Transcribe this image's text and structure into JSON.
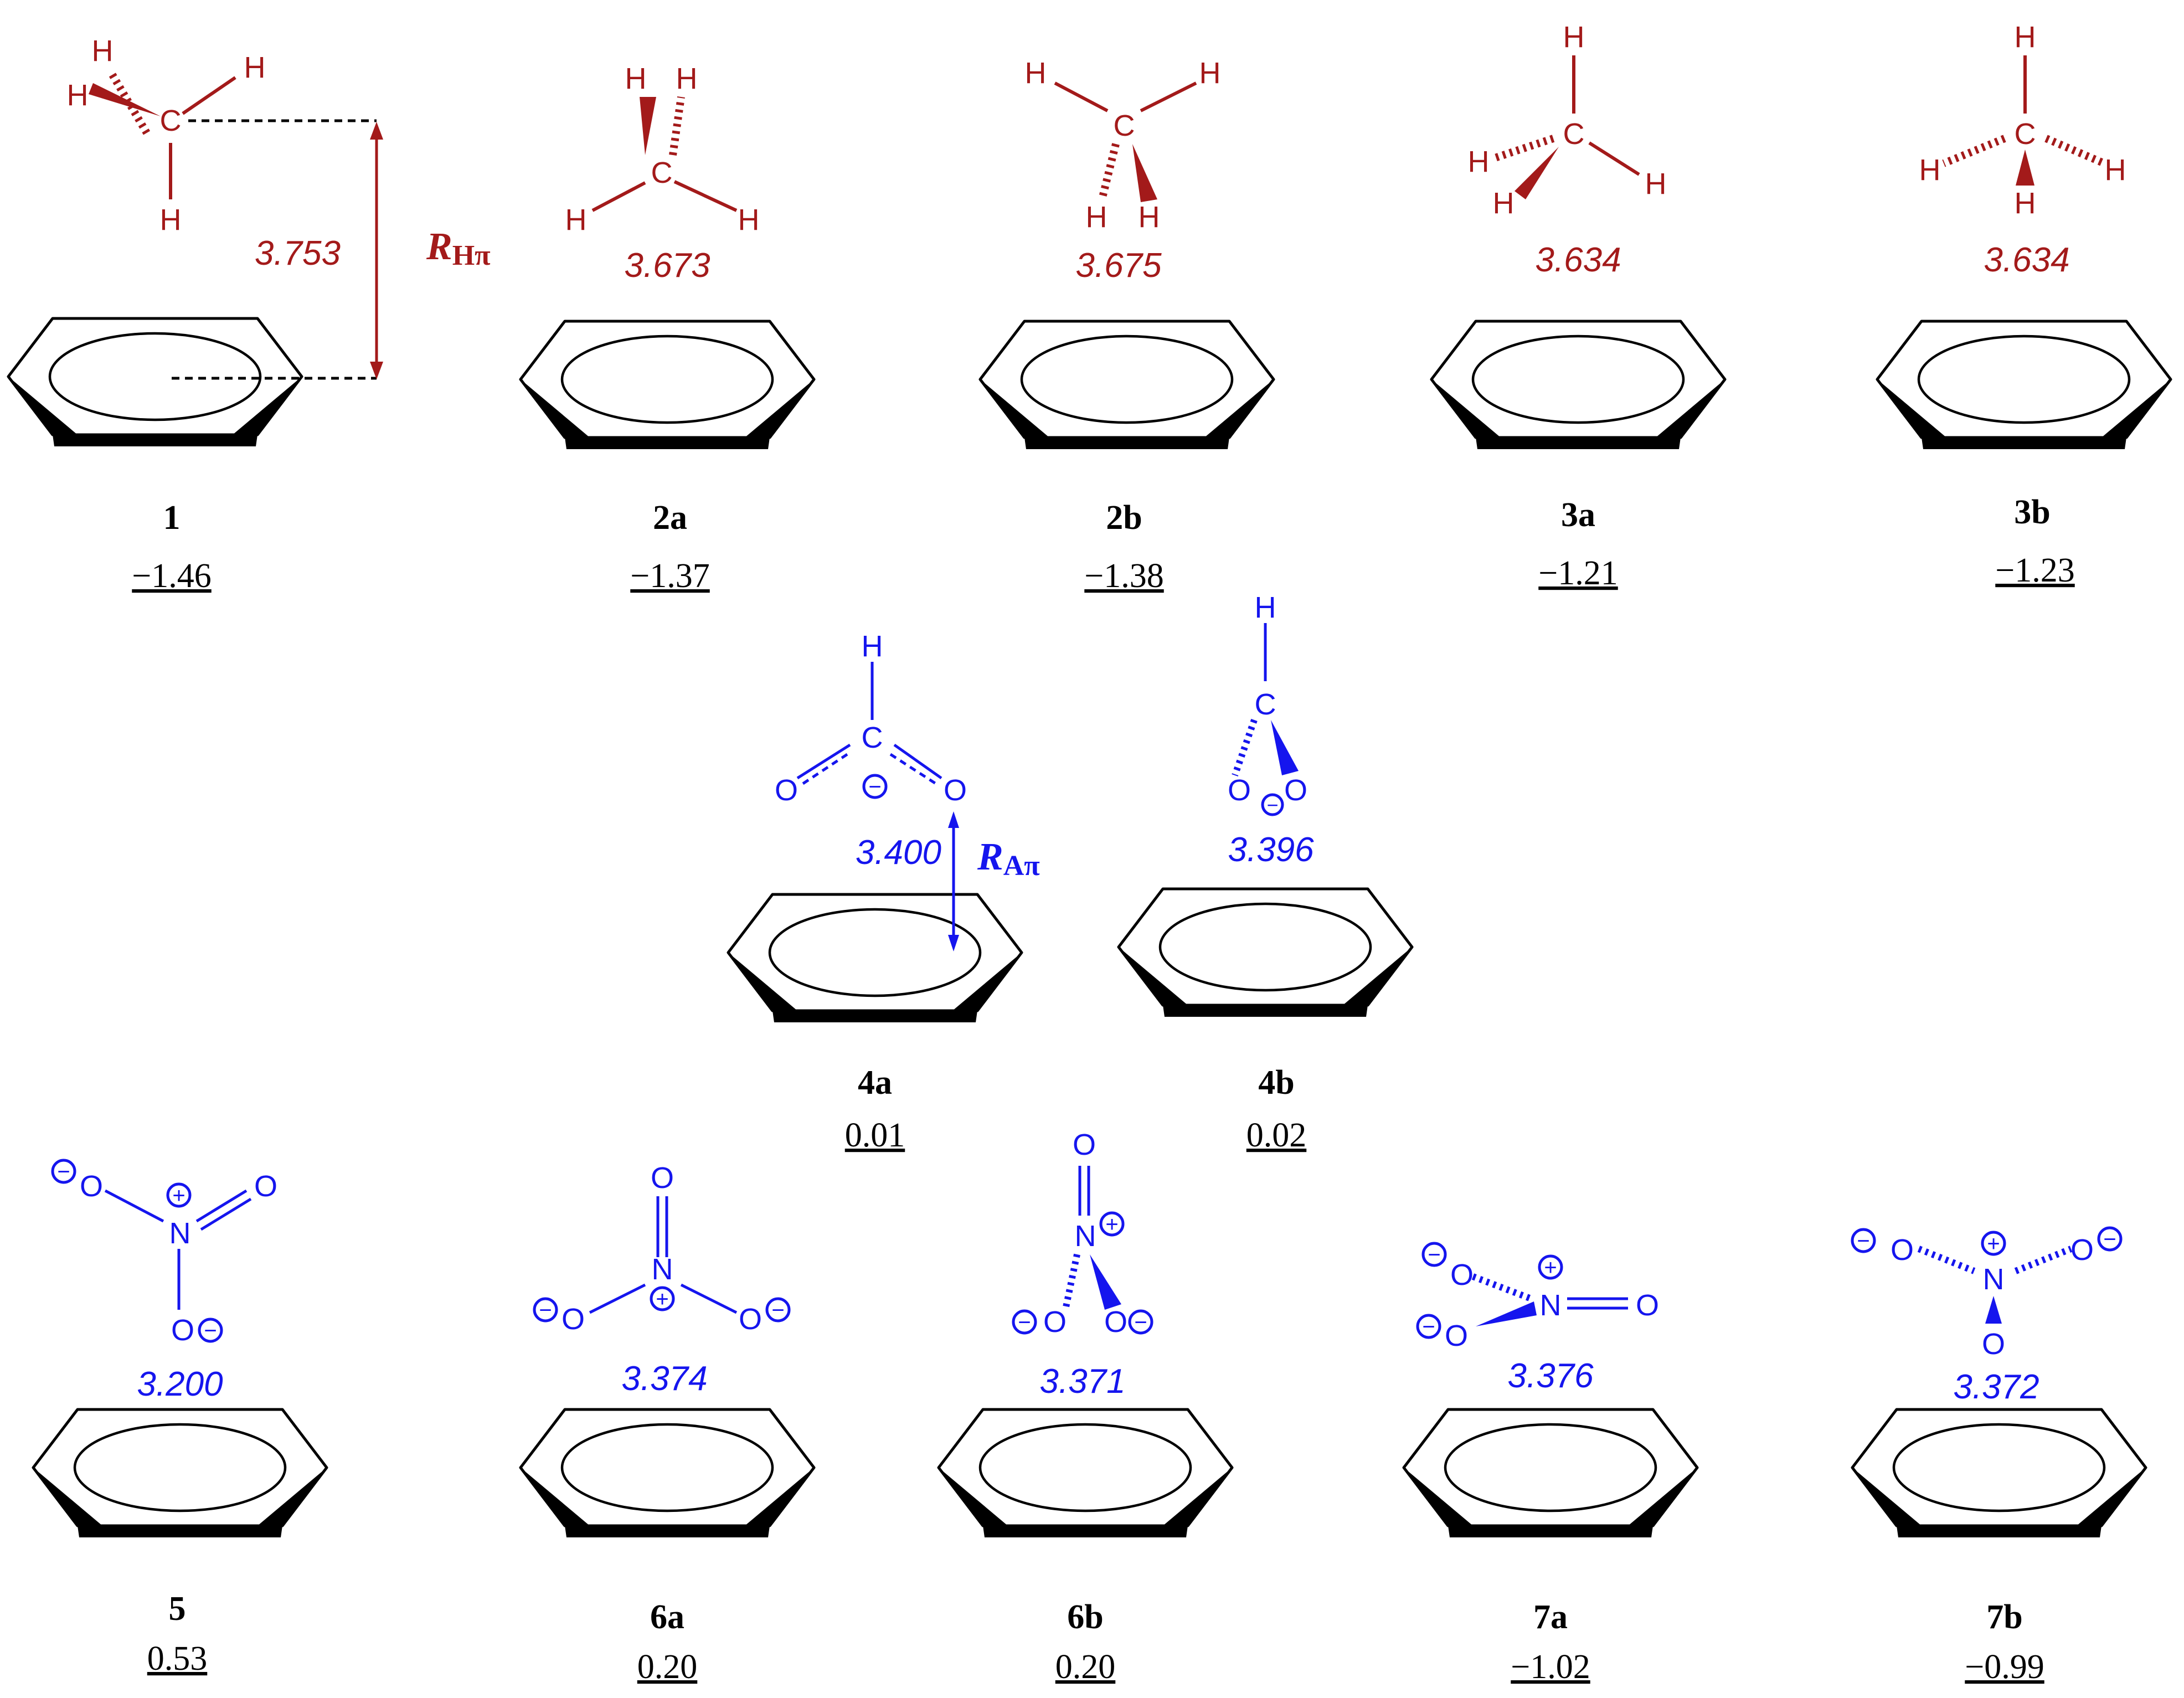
{
  "colors": {
    "ch4": "#a31a1a",
    "anion": "#1515ee",
    "ring": "#000000"
  },
  "labels": {
    "r_h": {
      "main": "R",
      "sub": "Hπ"
    },
    "r_a": {
      "main": "R",
      "sub": "Aπ"
    }
  },
  "atoms": {
    "H": "H",
    "C": "C",
    "O": "O",
    "N": "N",
    "minus": "−",
    "plus": "+"
  },
  "complexes": [
    {
      "id": "1",
      "label": "1",
      "distance": "3.753",
      "energy": "−1.46"
    },
    {
      "id": "2a",
      "label": "2a",
      "distance": "3.673",
      "energy": "−1.37"
    },
    {
      "id": "2b",
      "label": "2b",
      "distance": "3.675",
      "energy": "−1.38"
    },
    {
      "id": "3a",
      "label": "3a",
      "distance": "3.634",
      "energy": "−1.21"
    },
    {
      "id": "3b",
      "label": "3b",
      "distance": "3.634",
      "energy": "−1.23"
    },
    {
      "id": "4a",
      "label": "4a",
      "distance": "3.400",
      "energy": "0.01"
    },
    {
      "id": "4b",
      "label": "4b",
      "distance": "3.396",
      "energy": "0.02"
    },
    {
      "id": "5",
      "label": "5",
      "distance": "3.200",
      "energy": "0.53"
    },
    {
      "id": "6a",
      "label": "6a",
      "distance": "3.374",
      "energy": "0.20"
    },
    {
      "id": "6b",
      "label": "6b",
      "distance": "3.371",
      "energy": "0.20"
    },
    {
      "id": "7a",
      "label": "7a",
      "distance": "3.376",
      "energy": "−1.02"
    },
    {
      "id": "7b",
      "label": "7b",
      "distance": "3.372",
      "energy": "−0.99"
    }
  ]
}
